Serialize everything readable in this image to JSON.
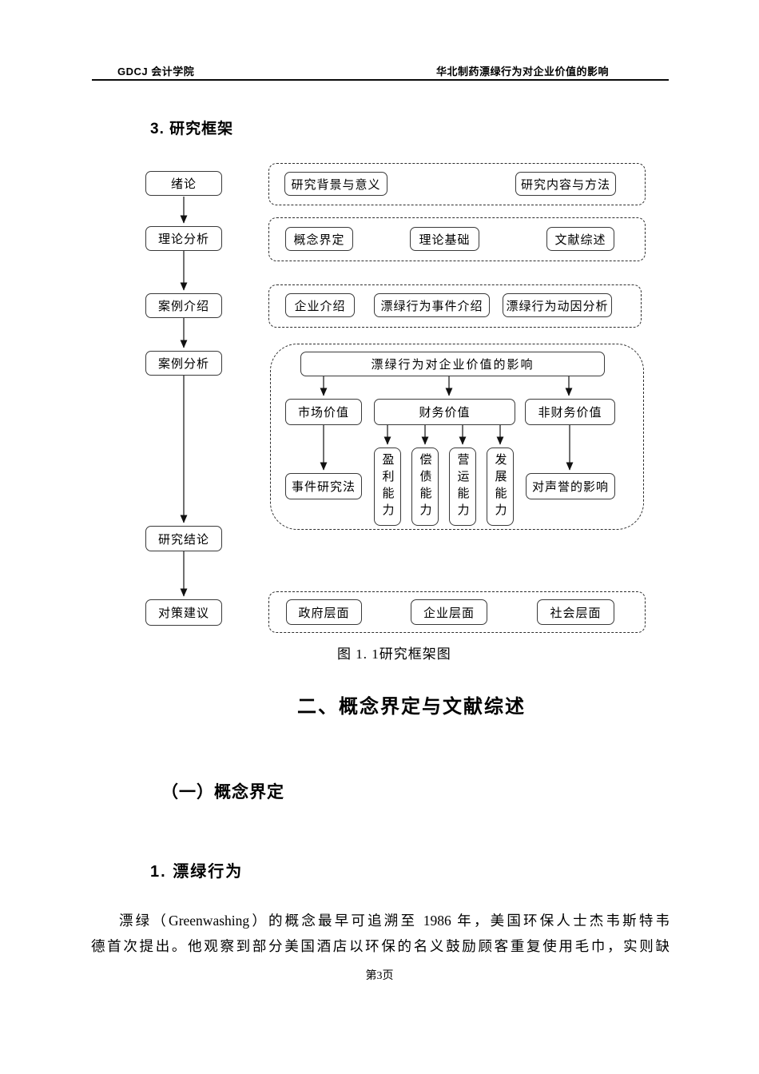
{
  "header": {
    "left": "GDCJ 会计学院",
    "right": "华北制药漂绿行为对企业价值的影响"
  },
  "section_heading": "3. 研究框架",
  "flowchart": {
    "left_column": [
      "绪论",
      "理论分析",
      "案例介绍",
      "案例分析",
      "研究结论",
      "对策建议"
    ],
    "row1": [
      "研究背景与意义",
      "研究内容与方法"
    ],
    "row2": [
      "概念界定",
      "理论基础",
      "文献综述"
    ],
    "row3": [
      "企业介绍",
      "漂绿行为事件介绍",
      "漂绿行为动因分析"
    ],
    "analysis": {
      "title": "漂绿行为对企业价值的影响",
      "market_value": "市场价值",
      "financial_value": "财务价值",
      "nonfinancial_value": "非财务价值",
      "event_study": "事件研究法",
      "abilities": [
        "盈利能力",
        "偿债能力",
        "营运能力",
        "发展能力"
      ],
      "reputation": "对声誉的影响"
    },
    "row6": [
      "政府层面",
      "企业层面",
      "社会层面"
    ]
  },
  "figure_caption": "图 1. 1研究框架图",
  "chapter_heading": "二、概念界定与文献综述",
  "subsection_heading": "（一）概念界定",
  "subsubsection_heading": "1. 漂绿行为",
  "paragraph": {
    "lines": [
      "漂绿（Greenwashing）的概念最早可追溯至 1986 年，美国环保人士杰韦斯特韦",
      "德首次提出。他观察到部分美国酒店以环保的名义鼓励顾客重复使用毛巾，实则缺"
    ]
  },
  "footer": {
    "page_number": "第3页"
  },
  "colors": {
    "ink": "#000000",
    "box_border": "#3a3a3a"
  }
}
